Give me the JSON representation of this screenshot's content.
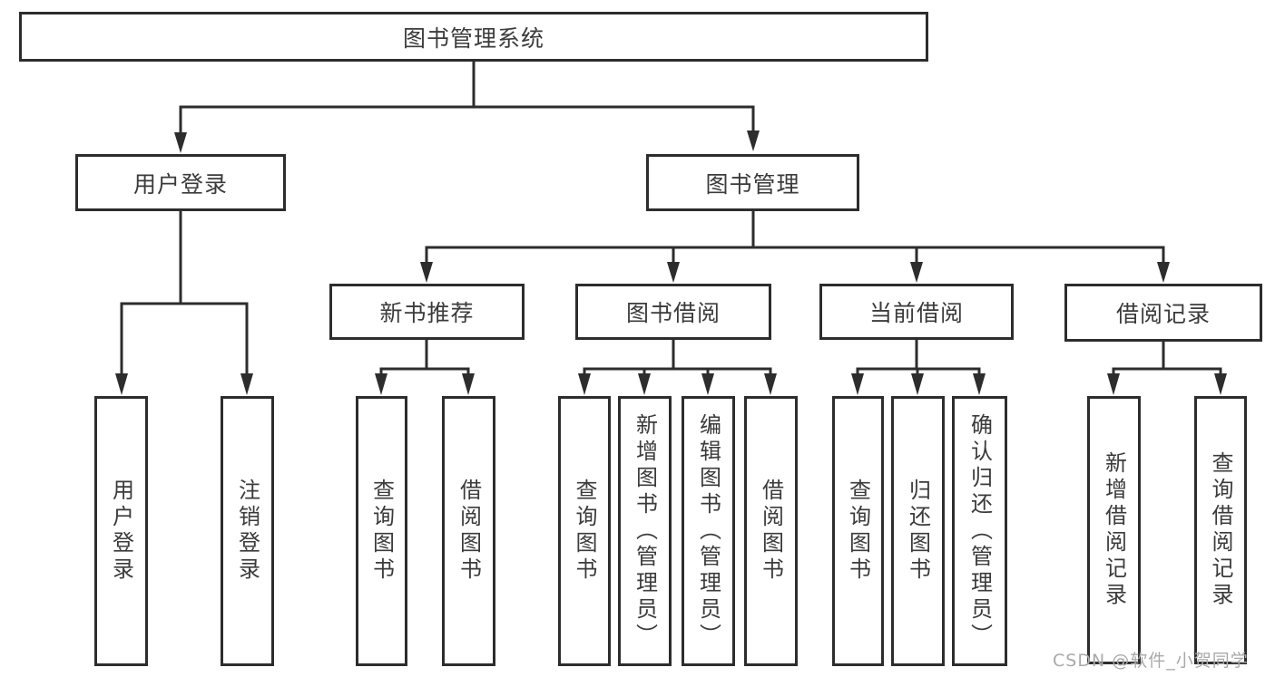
{
  "tree": {
    "root": "图书管理系统",
    "branches": [
      {
        "label": "用户登录",
        "children": [
          "用户登录",
          "注销登录"
        ]
      },
      {
        "label": "图书管理",
        "groups": [
          {
            "label": "新书推荐",
            "children": [
              "查询图书",
              "借阅图书"
            ]
          },
          {
            "label": "图书借阅",
            "children": [
              "查询图书",
              "新增图书（管理员）",
              "编辑图书（管理员）",
              "借阅图书"
            ]
          },
          {
            "label": "当前借阅",
            "children": [
              "查询图书",
              "归还图书",
              "确认归还（管理员）"
            ]
          },
          {
            "label": "借阅记录",
            "children": [
              "新增借阅记录",
              "查询借阅记录"
            ]
          }
        ]
      }
    ]
  },
  "watermark": "CSDN @软件_小贺同学",
  "colors": {
    "line": "#2d2d2d",
    "text": "#3b3b3b",
    "watermark": "#a9a9a9",
    "background": "#ffffff"
  }
}
